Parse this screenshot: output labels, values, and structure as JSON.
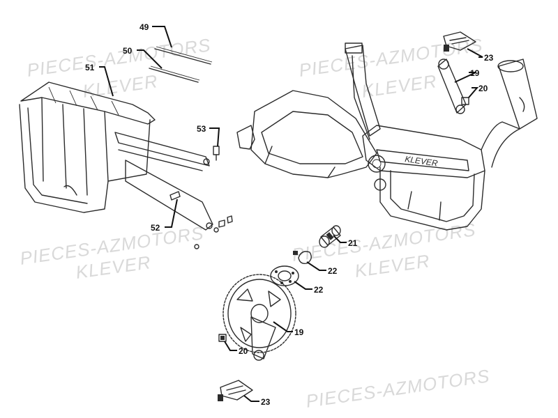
{
  "watermark": {
    "line1": "PIECES-AZMOTORS",
    "line2": "KLEVER"
  },
  "frame_brand": "KLEVER",
  "callouts": {
    "c49": "49",
    "c50": "50",
    "c51": "51",
    "c52": "52",
    "c53": "53",
    "c19a": "19",
    "c19b": "19",
    "c20a": "20",
    "c20b": "20",
    "c21": "21",
    "c22a": "22",
    "c22b": "22",
    "c23a": "23",
    "c23b": "23"
  }
}
